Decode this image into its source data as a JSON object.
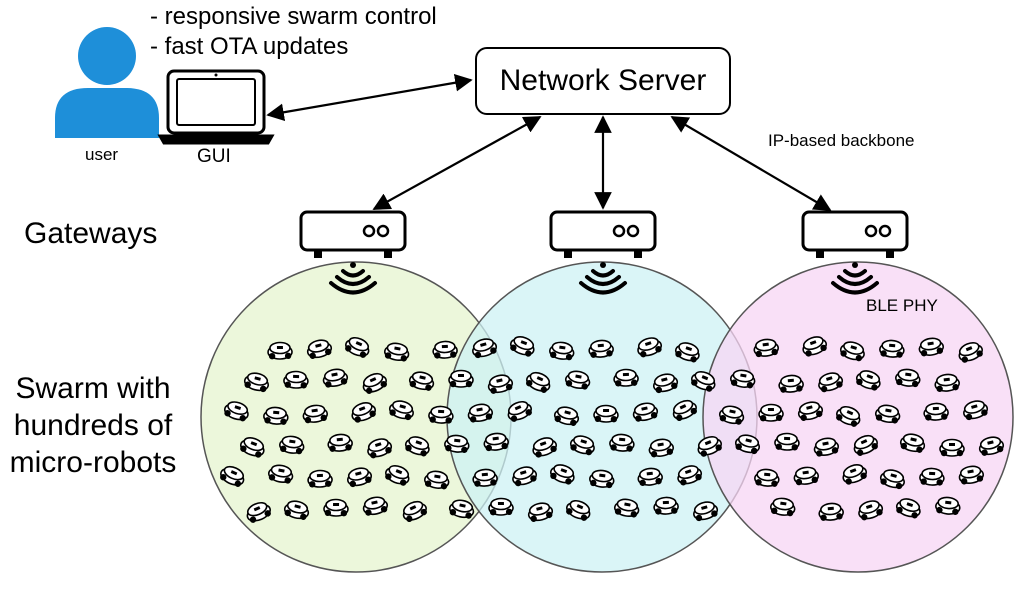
{
  "features": [
    "- responsive swarm control",
    "- fast OTA updates"
  ],
  "server": {
    "label": "Network Server"
  },
  "user_label": "user",
  "gui_label": "GUI",
  "backbone_label": "IP-based backbone",
  "gateways_label": "Gateways",
  "phy_label": "BLE PHY",
  "swarm_label": "Swarm with hundreds of micro-robots",
  "icons": {
    "user": "user-icon",
    "laptop": "laptop-icon",
    "gateway": "gateway-icon",
    "wireless": "wireless-signal-icon",
    "robot": "micro-robot-icon"
  },
  "colors": {
    "cell_left": "#e6f4cf",
    "cell_middle": "#cdf2f4",
    "cell_right": "#f7d5f4",
    "user_icon": "#1e8fd9"
  }
}
